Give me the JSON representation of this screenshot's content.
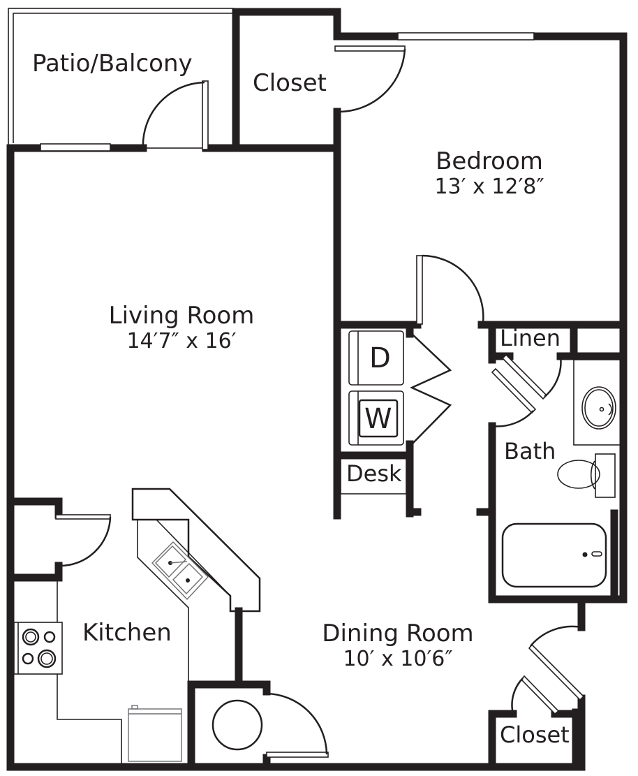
{
  "floorplan": {
    "colors": {
      "wall": "#231f20",
      "background": "#ffffff",
      "fixture_grey": "#6d6e71"
    },
    "rooms": {
      "patio": {
        "name": "Patio/Balcony"
      },
      "closet_top": {
        "name": "Closet"
      },
      "bedroom": {
        "name": "Bedroom",
        "dimensions": "13′ x 12′8″"
      },
      "living": {
        "name": "Living Room",
        "dimensions": "14′7″ x 16′"
      },
      "linen": {
        "name": "Linen"
      },
      "bath": {
        "name": "Bath"
      },
      "desk": {
        "name": "Desk"
      },
      "kitchen": {
        "name": "Kitchen"
      },
      "dining": {
        "name": "Dining Room",
        "dimensions": "10′ x 10′6″"
      },
      "closet_bottom": {
        "name": "Closet"
      }
    },
    "appliances": {
      "dryer": {
        "letter": "D"
      },
      "washer": {
        "letter": "W"
      }
    }
  }
}
